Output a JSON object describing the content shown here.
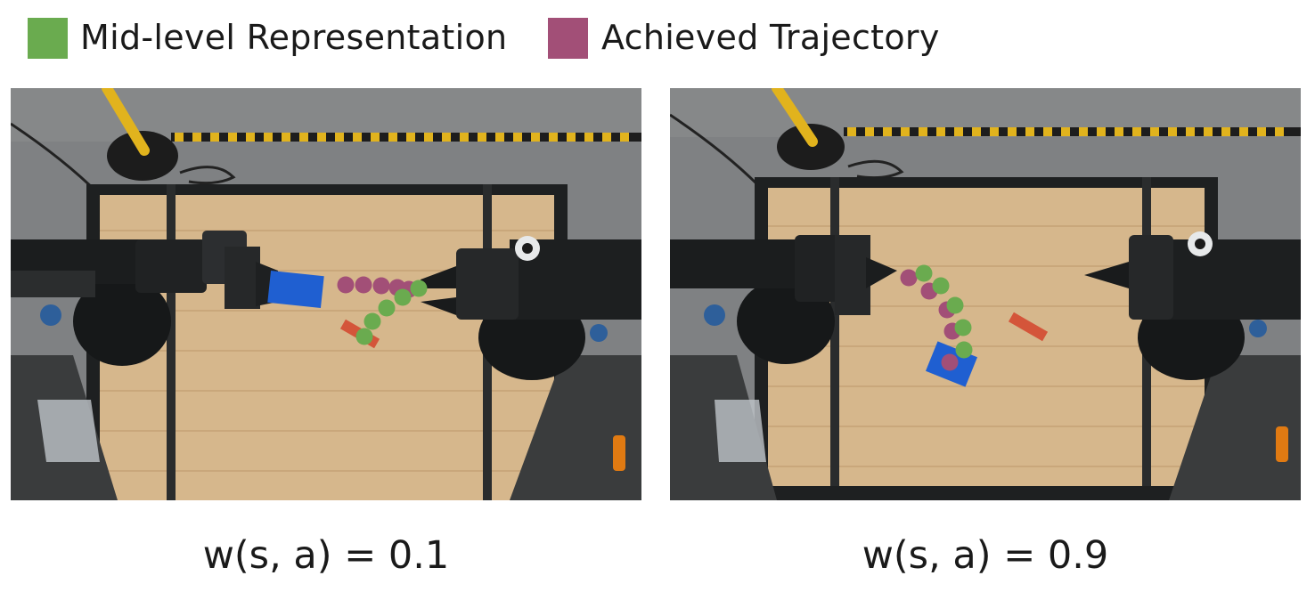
{
  "legend": {
    "items": [
      {
        "label": "Mid-level Representation",
        "color": "#6aab4f"
      },
      {
        "label": "Achieved Trajectory",
        "color": "#a24f77"
      }
    ]
  },
  "panels": [
    {
      "caption": "w(s, a) = 0.1"
    },
    {
      "caption": "w(s, a) = 0.9"
    }
  ],
  "colors": {
    "floor": "#7d7f80",
    "wood": "#d8b98f",
    "frame": "#202223",
    "hazard_yellow": "#e1b31d",
    "blue_block": "#1f5fd1",
    "red_block": "#d4553a"
  },
  "icons": [
    "robot-arm-left",
    "robot-arm-right",
    "blue-block",
    "red-block",
    "hazard-tape",
    "yellow-pole"
  ]
}
